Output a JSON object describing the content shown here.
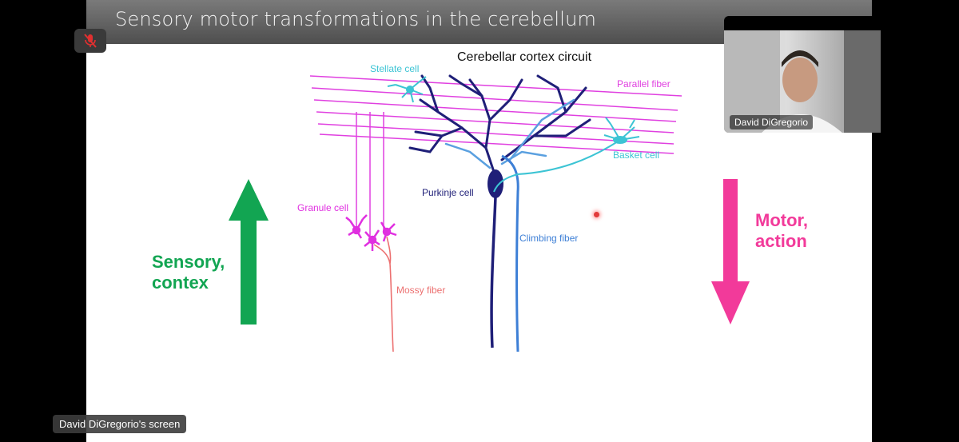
{
  "slide": {
    "title": "Sensory motor transformations in the cerebellum",
    "figure_title": "Cerebellar cortex circuit",
    "labels": {
      "stellate": "Stellate cell",
      "parallel": "Parallel fiber",
      "basket": "Basket cell",
      "purkinje": "Purkinje cell",
      "granule": "Granule cell",
      "climbing": "Climbing fiber",
      "mossy": "Mossy fiber"
    },
    "sensory": [
      "Sensory,",
      "contex"
    ],
    "motor": [
      "Motor,",
      "action"
    ]
  },
  "video": {
    "participant_name": "David DiGregorio"
  },
  "screen_share_label": "David DiGregorio's screen",
  "icons": {
    "mute": "microphone-muted-icon"
  },
  "colors": {
    "parallel": "#e040e0",
    "stellate": "#3cc4d4",
    "purkinje": "#1f1f78",
    "climbing": "#3d7fd6",
    "granule": "#e030e0",
    "mossy": "#ec7070",
    "sensory": "#12a552",
    "motor": "#f23a9a",
    "mute": "#e03030"
  }
}
